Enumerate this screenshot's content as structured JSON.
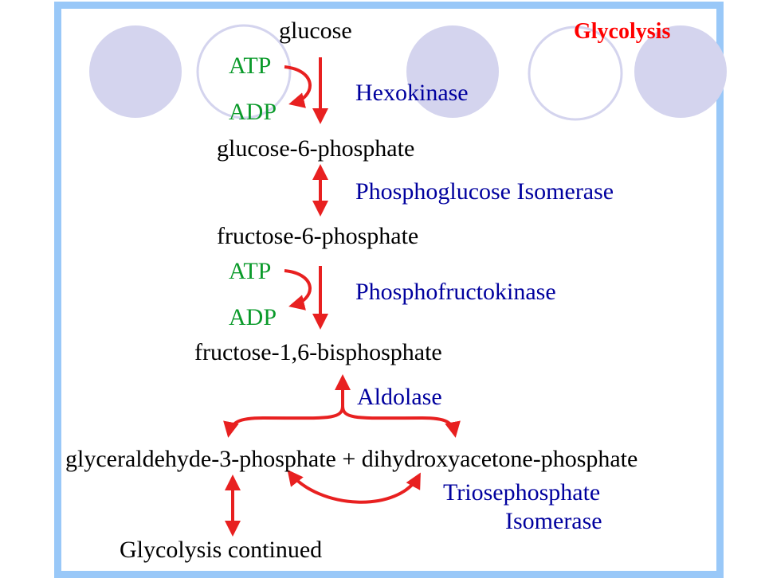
{
  "title": "Glycolysis",
  "colors": {
    "metabolite": "#000000",
    "cofactor": "#0a9a2a",
    "enzyme": "#00009e",
    "arrow": "#e82020",
    "title": "#ff0000",
    "frame": "#99c8f8",
    "decor_fill": "#d4d4ee",
    "decor_stroke": "#d4d4ee"
  },
  "metabolites": {
    "glucose": "glucose",
    "g6p": "glucose-6-phosphate",
    "f6p": "fructose-6-phosphate",
    "f16bp": "fructose-1,6-bisphosphate",
    "gap_dhap": "glyceraldehyde-3-phosphate + dihydroxyacetone-phosphate",
    "continued": "Glycolysis continued"
  },
  "cofactors": {
    "atp1": "ATP",
    "adp1": "ADP",
    "atp2": "ATP",
    "adp2": "ADP"
  },
  "enzymes": {
    "hexokinase": "Hexokinase",
    "pgi": "Phosphoglucose Isomerase",
    "pfk": "Phosphofructokinase",
    "aldolase": "Aldolase",
    "tpi_line1": "Triosephosphate",
    "tpi_line2": "Isomerase"
  }
}
